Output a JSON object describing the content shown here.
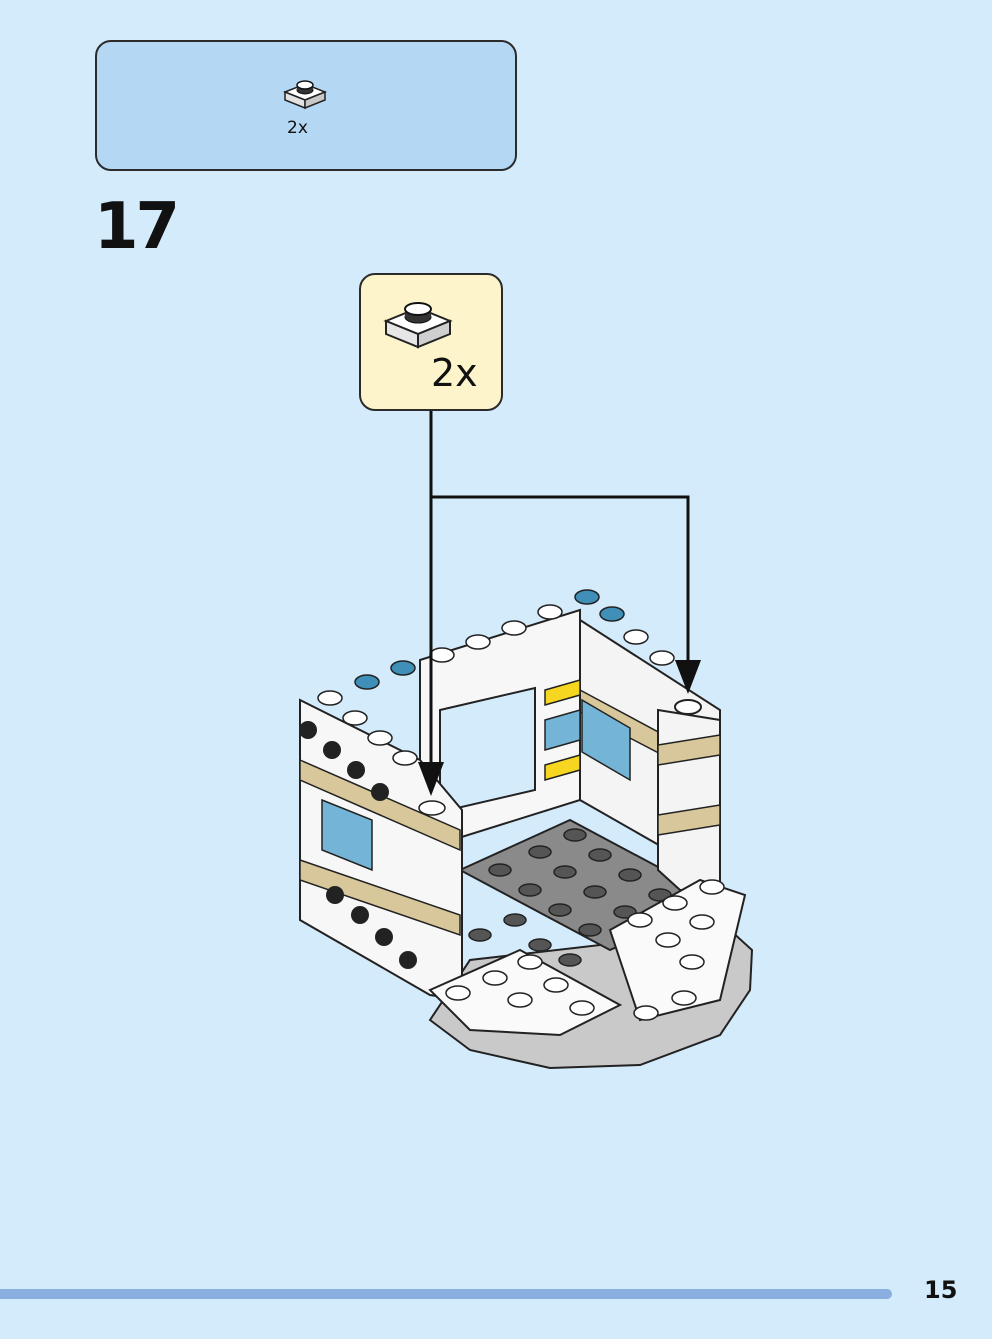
{
  "parts_panel": {
    "quantity": "2x",
    "part_icon": "white-1x1-round-plate-icon"
  },
  "step": {
    "number": "17"
  },
  "callout": {
    "quantity": "2x",
    "part_icon": "white-1x1-round-plate-icon",
    "background_color": "#fdf4cb"
  },
  "page": {
    "number": "15",
    "background_color": "#d4ebfb"
  }
}
